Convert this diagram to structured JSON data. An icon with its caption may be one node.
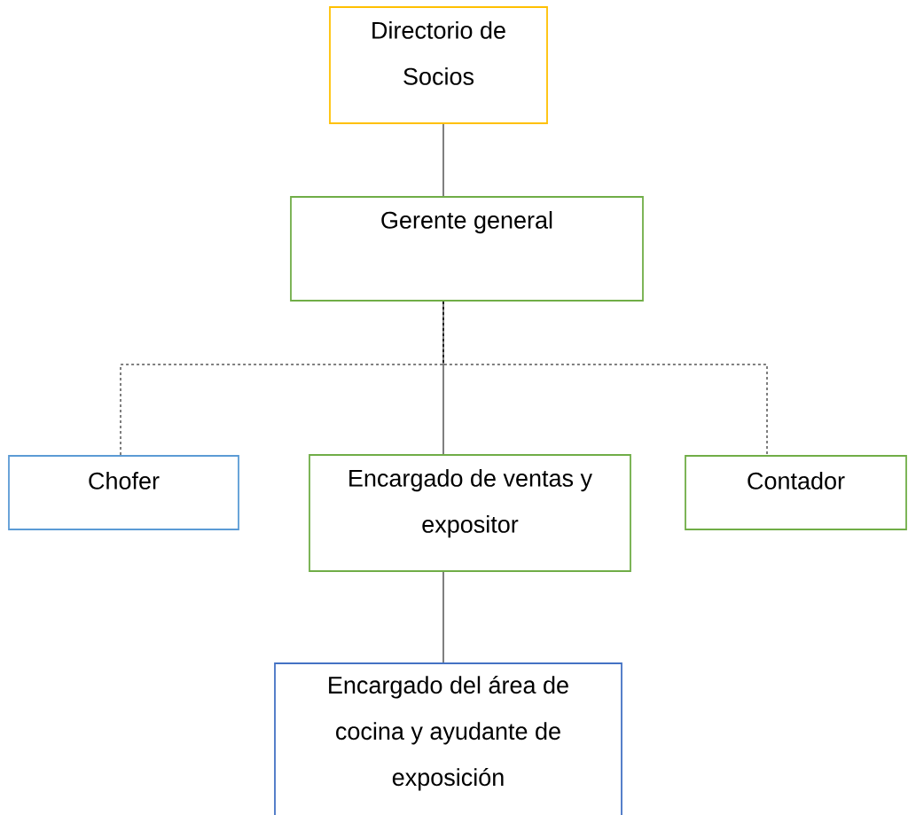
{
  "diagram": {
    "nodes": [
      {
        "text": [
          "Directorio de Socios"
        ]
      },
      {
        "text": [
          "Gerente general"
        ]
      },
      {
        "text": [
          "Chofer"
        ]
      },
      {
        "text": [
          "Encargado de ventas y expositor"
        ]
      },
      {
        "text": [
          "Contador"
        ]
      },
      {
        "text": [
          "Encargado del área de cocina y ayudante de exposición"
        ]
      }
    ],
    "edges": [
      {
        "from": 0,
        "to": 1,
        "arrow": "none"
      },
      {
        "from": 1,
        "to": 2,
        "arrow": "none",
        "style": "dashed"
      },
      {
        "from": 1,
        "to": 3,
        "arrow": "none"
      },
      {
        "from": 1,
        "to": 4,
        "arrow": "none",
        "style": "dashed"
      },
      {
        "from": 3,
        "to": 5,
        "arrow": "none"
      }
    ]
  }
}
